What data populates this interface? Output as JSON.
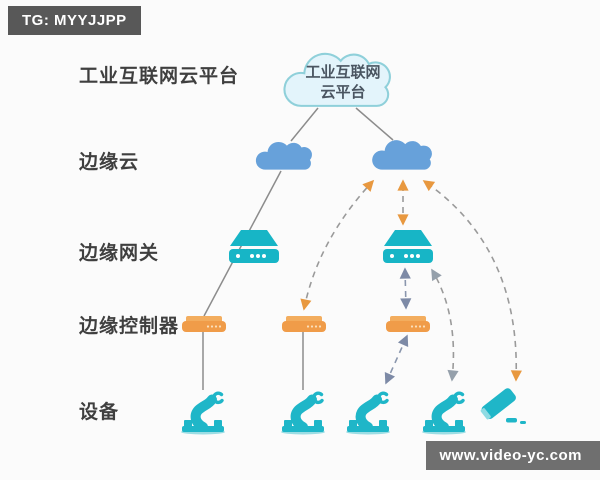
{
  "watermarks": {
    "top_left": "TG: MYYJJPP",
    "bottom_right": "www.video-yc.com"
  },
  "levels": [
    {
      "label": "工业互联网云平台"
    },
    {
      "label": "边缘云"
    },
    {
      "label": "边缘网关"
    },
    {
      "label": "边缘控制器"
    },
    {
      "label": "设备"
    }
  ],
  "cloud_platform": {
    "line1": "工业互联网",
    "line2": "云平台"
  },
  "nodes": {
    "top_cloud": "工业互联网云平台",
    "edge_cloud_count": 2,
    "edge_gateway_count": 2,
    "edge_controller_count": 3,
    "devices": [
      "robot-arm",
      "robot-arm",
      "robot-arm",
      "robot-arm",
      "camera"
    ]
  },
  "connections": [
    {
      "from": "cloud-platform",
      "to": "edge-cloud-1",
      "style": "solid"
    },
    {
      "from": "cloud-platform",
      "to": "edge-cloud-2",
      "style": "solid"
    },
    {
      "from": "edge-cloud-1",
      "to": "gateway-1",
      "style": "solid"
    },
    {
      "from": "gateway-1",
      "to": "controller-1",
      "style": "solid"
    },
    {
      "from": "controller-1",
      "to": "robot-1",
      "style": "solid"
    },
    {
      "from": "controller-2",
      "to": "robot-2",
      "style": "solid"
    },
    {
      "from": "edge-cloud-2",
      "to": "controller-2",
      "style": "dashed-orange-arrows"
    },
    {
      "from": "edge-cloud-2",
      "to": "gateway-2",
      "style": "dashed-orange-arrows"
    },
    {
      "from": "edge-cloud-2",
      "to": "camera",
      "style": "dashed-orange-arrows"
    },
    {
      "from": "gateway-2",
      "to": "controller-3",
      "style": "dashed-blue-arrows"
    },
    {
      "from": "gateway-2",
      "to": "robot-4",
      "style": "dashed-gray-arrows"
    },
    {
      "from": "controller-3",
      "to": "robot-3",
      "style": "dashed-blue-arrows"
    }
  ],
  "colors": {
    "background": "#fbfbfb",
    "teal_device": "#17b5c6",
    "orange_controller": "#f09c49",
    "edge_cloud_blue": "#67a1da",
    "platform_cloud_fill": "#e3f4fb",
    "platform_cloud_stroke": "#8fd0da",
    "line_gray": "#8c8c8c",
    "arrow_orange": "#e8983f",
    "arrow_blue": "#7d8aa6",
    "badge_dark": "#585858"
  }
}
